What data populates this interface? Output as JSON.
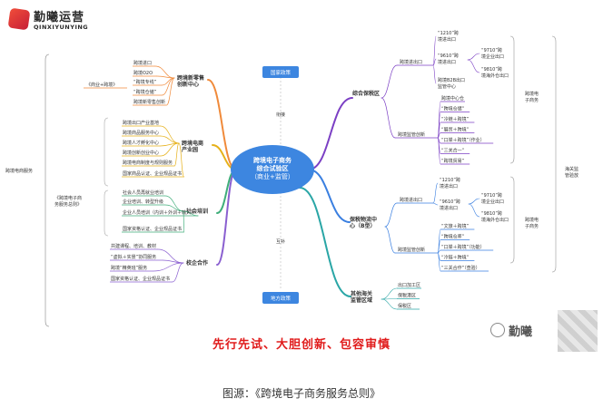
{
  "logo": {
    "name": "勤曦运营",
    "sub": "QINXIYUNYING"
  },
  "center": {
    "lines": [
      "跨境电子商务",
      "综合试验区",
      "（商业+监管）"
    ]
  },
  "slogan": "先行先试、大胆创新、包容审慎",
  "caption": "图源：《跨境电子商务服务总则》",
  "watermark": "勤曦",
  "tags": {
    "national": "国家政策",
    "local": "地方政策",
    "link1": "衔接",
    "link2": "互补"
  },
  "left_outer": {
    "top": "跨境电商服务",
    "bottom": "《跨境电子商务服务总则》"
  },
  "right_outer": {
    "center": "海关监管验放",
    "top": "跨境电子商务",
    "bottom": "跨境电子商务"
  },
  "branches": {
    "innovation": {
      "label": [
        "跨境新零售",
        "创新中心"
      ],
      "side": "《商业+跨境》",
      "items": [
        "跨境进口",
        "跨境O2O",
        "“跨境专线”",
        "“跨境仓储”",
        "跨境新零售创新"
      ]
    },
    "park": {
      "label": [
        "跨境电商",
        "产业园"
      ],
      "items": [
        "跨境出口产业基地",
        "跨境商品服务中心",
        "跨境人才孵化中心",
        "跨境创新创业中心",
        "跨境电商制度与规则服务",
        "国家商品认证、企业规品证书"
      ]
    },
    "training": {
      "label": [
        "社会培训"
      ],
      "items": [
        "社会人员再就业培训",
        "企业培训、转型升级",
        "企业人员培训（内训＋外训＋输入）",
        "国家资格认证、企业规品证书"
      ]
    },
    "school": {
      "label": [
        "校企合作"
      ],
      "items": [
        "共建课程、培训、教材",
        "“虚拟＋实景”协同服务",
        "跨境“精英班”服务",
        "国家资格认证、企业规品证书"
      ]
    },
    "bonded": {
      "label": [
        "综合保税区"
      ],
      "export": {
        "label": "跨境进出口",
        "items": [
          "“1210”跨境进出口",
          "“9610”跨境进出口",
          "跨境B2B出口监管中心"
        ],
        "sub": [
          "“9710”跨境企业出口",
          "“9810”跨境海外仓出口"
        ]
      },
      "regulate": {
        "label": "跨境监管创新",
        "items": [
          "跨境中心仓",
          "“跨境仓储”",
          "“冷链＋跨境”",
          "“展贸＋跨境”",
          "“口岸＋跨境”（作业）",
          "“三关合一”",
          "“跨境贸易”"
        ]
      }
    },
    "logistics": {
      "label": [
        "保税物流中",
        "心（B型）"
      ],
      "export": {
        "label": "跨境进出口",
        "items": [
          "“1210”跨境进出口",
          "“9610”跨境进出口"
        ],
        "sub": [
          "“9710”跨境企业出口",
          "“9810”跨境海外仓出口"
        ]
      },
      "regulate": {
        "label": "跨境监管创新",
        "items": [
          "“文旅＋跨境”",
          "“跨境仓库”",
          "“口岸＋跨境”（功能）",
          "“冷链＋跨境”",
          "“三关合作”（查验）"
        ]
      }
    },
    "customs": {
      "label": [
        "其他海关",
        "监管区域"
      ],
      "items": [
        "出口加工区",
        "保税港区",
        "保税区"
      ]
    }
  }
}
